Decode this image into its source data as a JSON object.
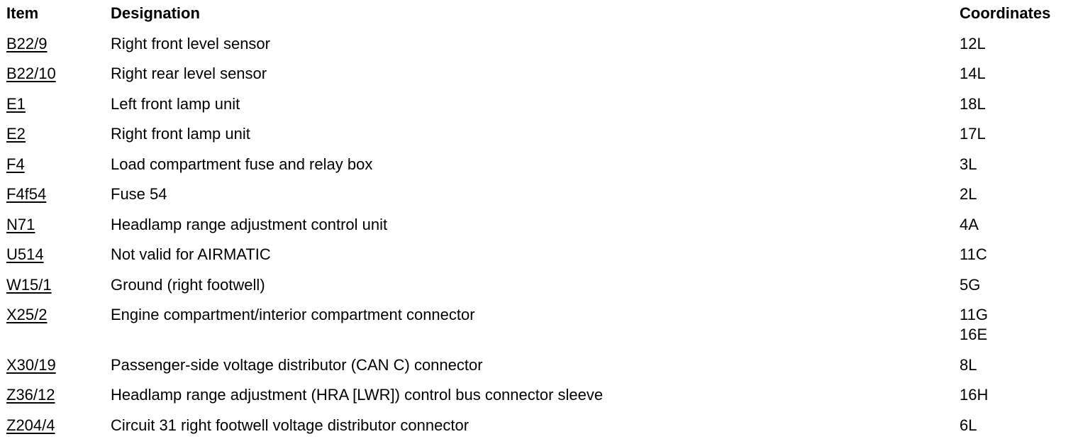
{
  "headers": {
    "item": "Item",
    "designation": "Designation",
    "coordinates": "Coordinates"
  },
  "rows": [
    {
      "item": "B22/9",
      "designation": "Right front level sensor",
      "coordinates": [
        "12L"
      ]
    },
    {
      "item": "B22/10",
      "designation": "Right rear level sensor",
      "coordinates": [
        "14L"
      ]
    },
    {
      "item": "E1",
      "designation": "Left front lamp unit",
      "coordinates": [
        "18L"
      ]
    },
    {
      "item": "E2",
      "designation": "Right front lamp unit",
      "coordinates": [
        "17L"
      ]
    },
    {
      "item": "F4",
      "designation": "Load compartment fuse and relay box",
      "coordinates": [
        "3L"
      ]
    },
    {
      "item": "F4f54",
      "designation": "Fuse 54",
      "coordinates": [
        "2L"
      ]
    },
    {
      "item": "N71",
      "designation": "Headlamp range adjustment control unit",
      "coordinates": [
        "4A"
      ]
    },
    {
      "item": "U514",
      "designation": "Not valid for AIRMATIC",
      "coordinates": [
        "11C"
      ]
    },
    {
      "item": "W15/1",
      "designation": "Ground (right footwell)",
      "coordinates": [
        "5G"
      ]
    },
    {
      "item": "X25/2",
      "designation": "Engine compartment/interior compartment connector",
      "coordinates": [
        "11G",
        "16E"
      ]
    },
    {
      "item": "X30/19",
      "designation": "Passenger-side voltage distributor (CAN C) connector",
      "coordinates": [
        "8L"
      ]
    },
    {
      "item": "Z36/12",
      "designation": "Headlamp range adjustment (HRA [LWR]) control bus connector sleeve",
      "coordinates": [
        "16H"
      ]
    },
    {
      "item": "Z204/4",
      "designation": "Circuit 31 right footwell voltage distributor connector",
      "coordinates": [
        "6L"
      ]
    }
  ]
}
